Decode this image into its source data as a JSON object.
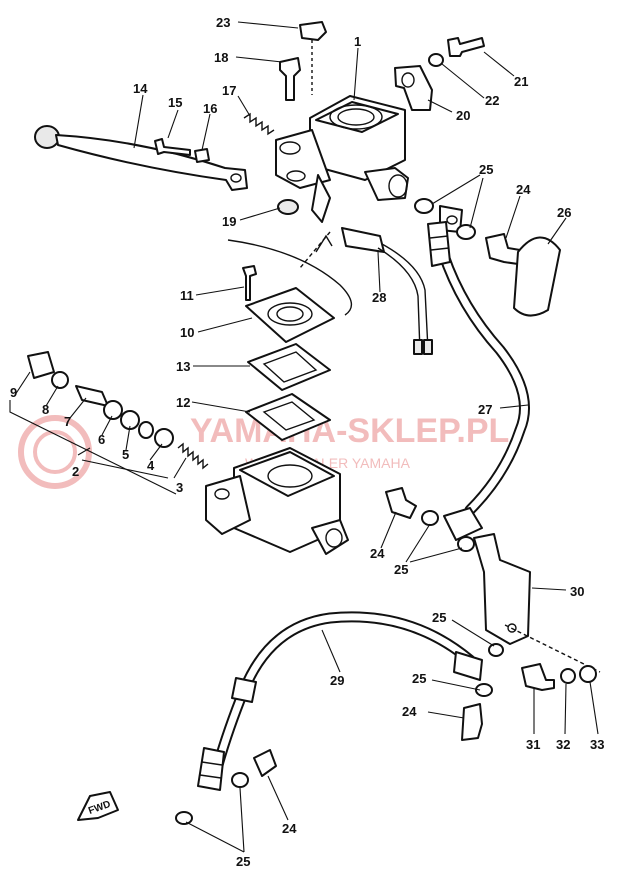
{
  "diagram": {
    "watermark": {
      "title": "YAMAHA-SKLEP.PL",
      "subtitle": "WICZ | DEALER YAMAHA"
    },
    "direction_label": "FWD",
    "callouts": [
      "1",
      "2",
      "3",
      "4",
      "5",
      "6",
      "7",
      "8",
      "9",
      "10",
      "11",
      "12",
      "13",
      "14",
      "15",
      "16",
      "17",
      "18",
      "19",
      "20",
      "21",
      "22",
      "23",
      "24",
      "25",
      "26",
      "27",
      "28",
      "29",
      "30",
      "31",
      "32",
      "33"
    ],
    "repeat_callouts": {
      "24": "24",
      "25": "25"
    }
  }
}
